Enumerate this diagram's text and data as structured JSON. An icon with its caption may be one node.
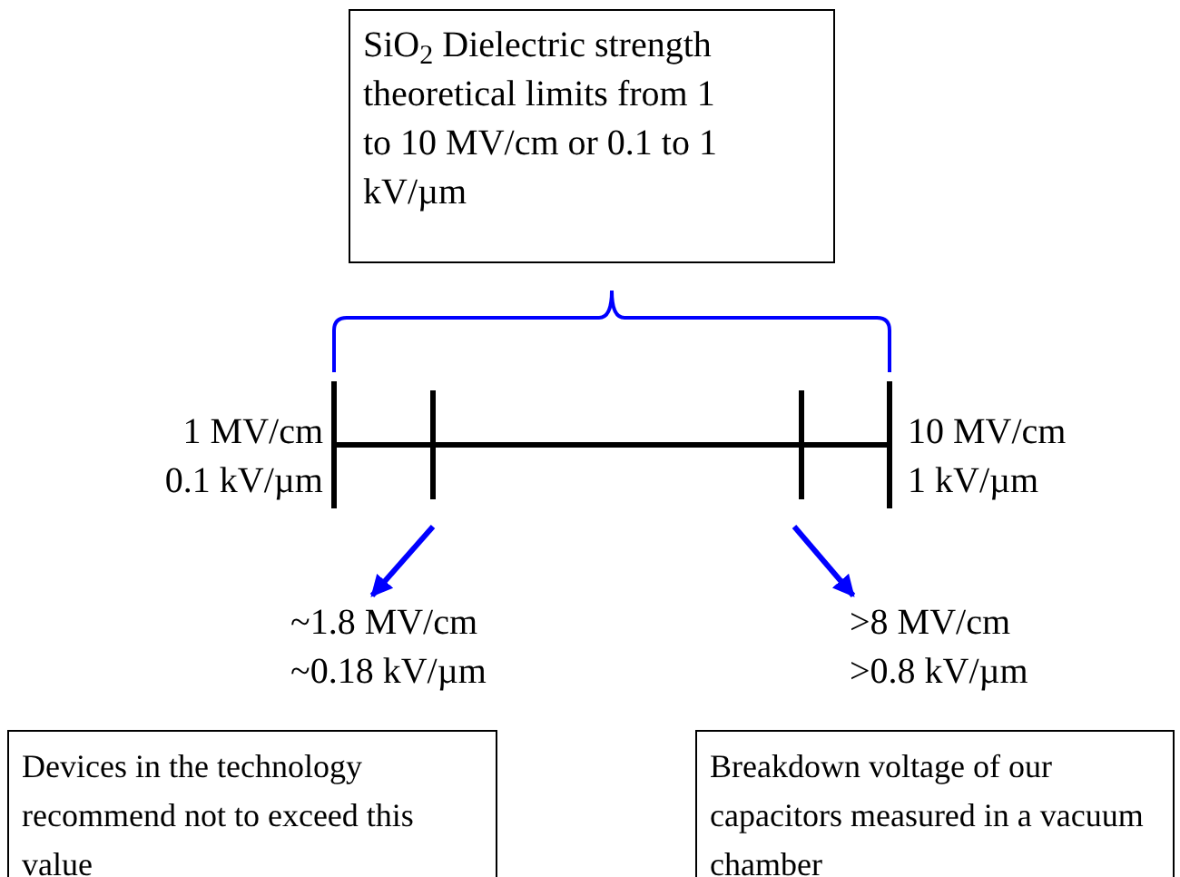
{
  "diagram": {
    "nodes": [
      {
        "text": [
          "SiO$_{2}$ Dielectric strength theoretical limits from 1 to 10 MV/cm or 0.1 to 1 kV/µm"
        ]
      },
      {
        "text": [
          "~1.8 MV/cm",
          "~0.18 kV/µm"
        ]
      },
      {
        "text": [
          ">8 MV/cm",
          ">0.8 kV/µm"
        ]
      },
      {
        "text": [
          "Devices in the technology recommend not to exceed this value"
        ]
      },
      {
        "text": [
          "Breakdown voltage of our capacitors measured in a vacuum chamber"
        ]
      },
      {
        "text": [],
        "shape": "bar"
      },
      {
        "text": [],
        "shape": "bar"
      }
    ],
    "edges": [
      {
        "from": 5,
        "to": 1,
        "arrow": "to"
      },
      {
        "from": 6,
        "to": 2,
        "arrow": "to"
      }
    ],
    "labels": [
      "1 MV/cm",
      "0.1 kV/µm",
      "10 MV/cm",
      "1 kV/µm"
    ]
  }
}
